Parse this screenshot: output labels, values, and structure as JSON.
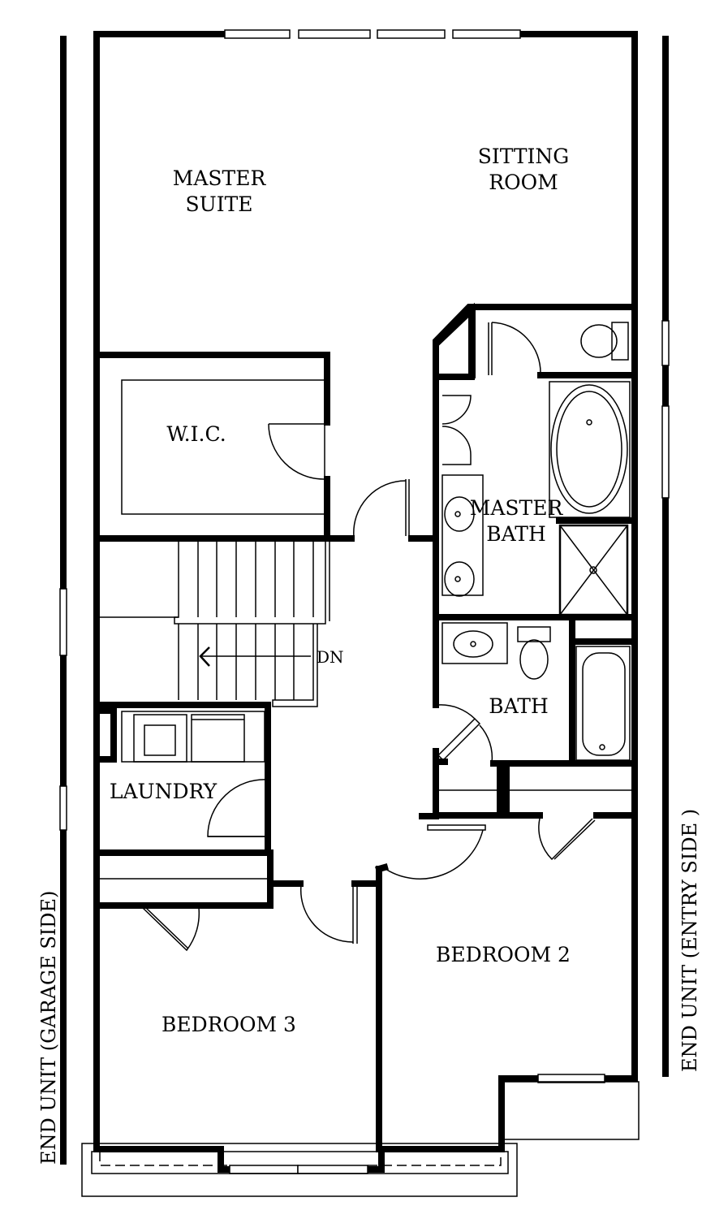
{
  "rooms": {
    "master_suite": [
      "MASTER",
      "SUITE"
    ],
    "sitting_room": [
      "SITTING",
      "ROOM"
    ],
    "wic": "W.I.C.",
    "master_bath": [
      "MASTER",
      "BATH"
    ],
    "bath": "BATH",
    "laundry": "LAUNDRY",
    "bedroom2": "BEDROOM 2",
    "bedroom3": "BEDROOM 3"
  },
  "stairs": {
    "direction_label": "DN"
  },
  "sides": {
    "left": "END UNIT (GARAGE SIDE)",
    "right": "END UNIT (ENTRY SIDE )"
  }
}
